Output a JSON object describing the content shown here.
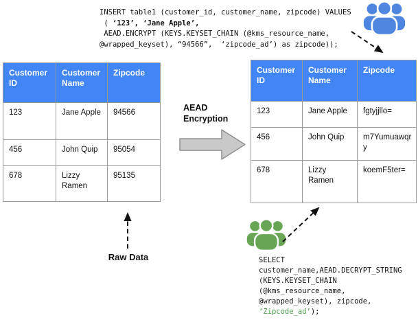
{
  "insert_code": {
    "line1": "INSERT table1 (customer_id, customer_name, zipcode) VALUES",
    "line2_prefix": " ( ",
    "line2_bold": "‘123’, ‘Jane Apple’,",
    "line3": " AEAD.ENCRYPT (KEYS.KEYSET_CHAIN (@kms_resource_name,",
    "line4": "@wrapped_keyset), “94566”,  ‘zipcode_ad’) as zipcode));"
  },
  "select_code": {
    "line1": "SELECT",
    "line2": "customer_name,AEAD.DECRYPT_STRING",
    "line3": "(KEYS.KEYSET_CHAIN",
    "line4": "(@kms_resource_name,",
    "line5": "@wrapped_keyset), zipcode,",
    "line6_string": "‘Zipcode_ad’",
    "line6_suffix": ");"
  },
  "tables": {
    "raw": {
      "headers": [
        "Customer ID",
        "Customer Name",
        "Zipcode"
      ],
      "rows": [
        [
          "123",
          "Jane Apple",
          "94566"
        ],
        [
          "456",
          "John Quip",
          "95054"
        ],
        [
          "678",
          "Lizzy Ramen",
          "95135"
        ]
      ]
    },
    "encrypted": {
      "headers": [
        "Customer ID",
        "Customer Name",
        "Zipcode"
      ],
      "rows": [
        [
          "123",
          "Jane Apple",
          "fgtyjjllo="
        ],
        [
          "456",
          "John Quip",
          "m7Yumuawqry"
        ],
        [
          "678",
          "Lizzy Ramen",
          "koemF5ter="
        ]
      ]
    }
  },
  "labels": {
    "encryption_arrow": "AEAD Encryption",
    "raw_data": "Raw Data"
  },
  "icons": {
    "top_right": "users-group-icon",
    "near_select": "users-group-icon"
  },
  "colors": {
    "table_header_blue": "#4285f4",
    "icon_blue": "#4e86e0",
    "icon_green": "#68a655",
    "code_string_green": "#4c9e4c",
    "block_arrow_gray": "#c9c9c9"
  }
}
